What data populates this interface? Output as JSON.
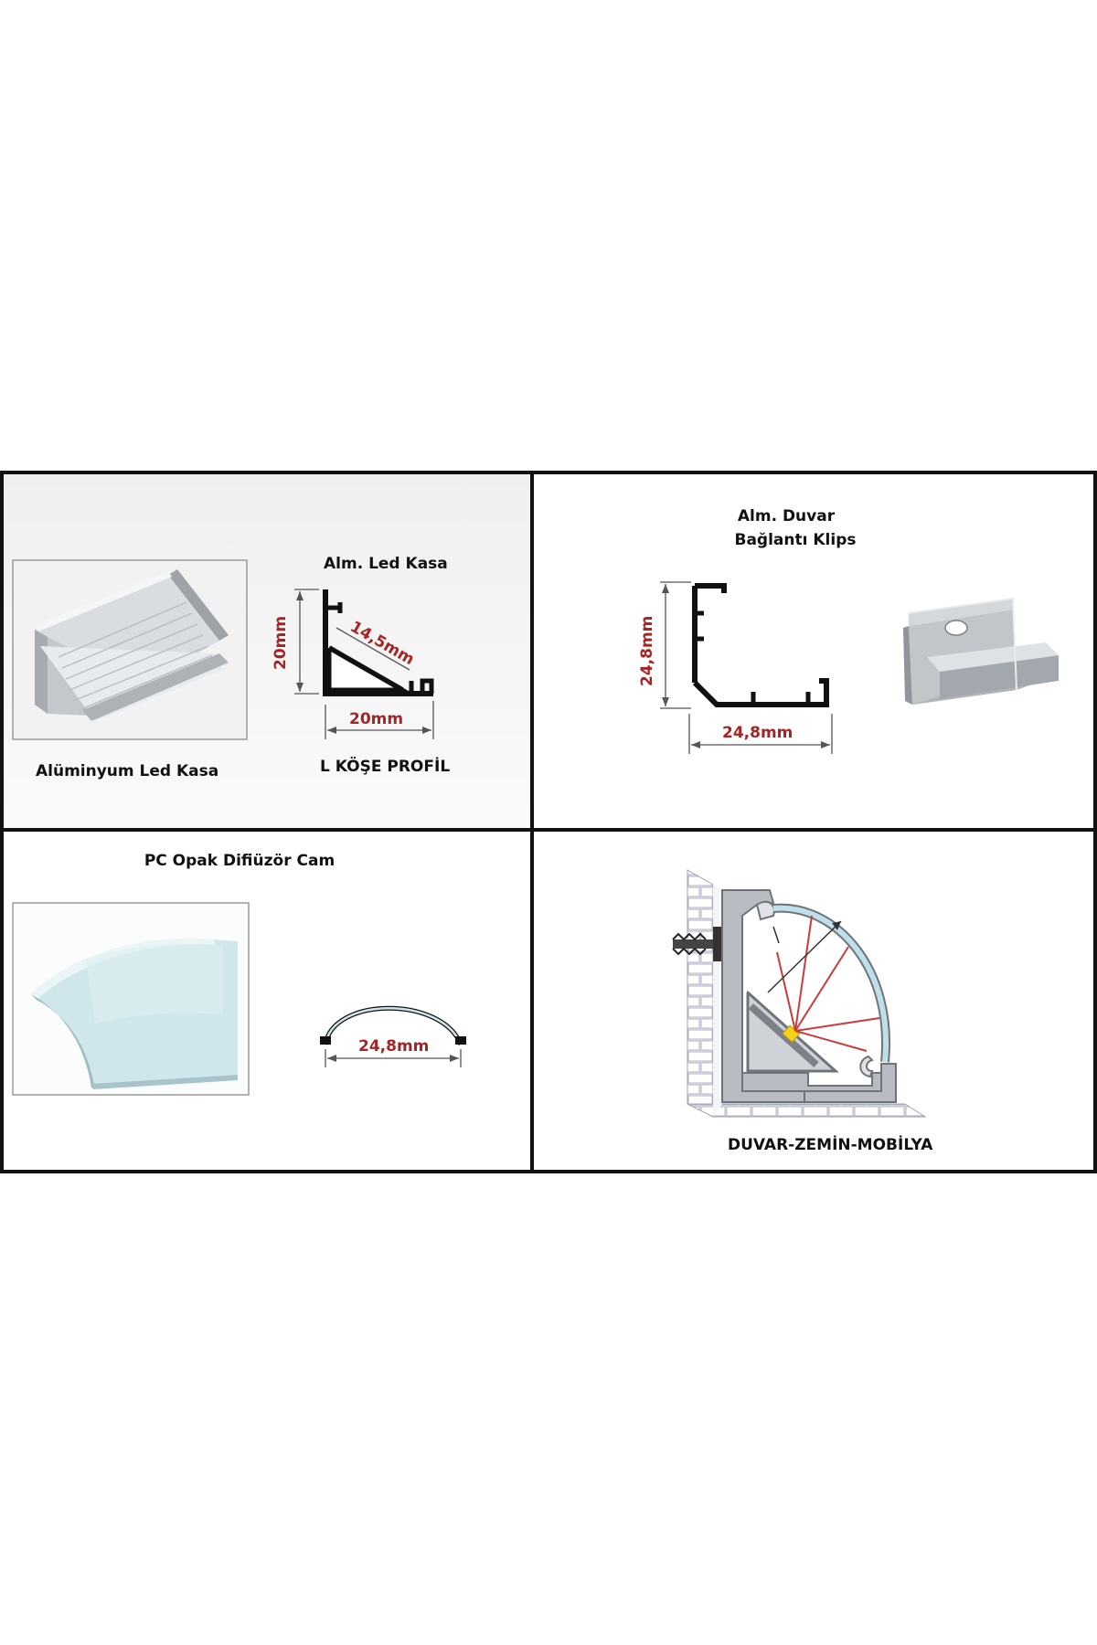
{
  "panels": {
    "led_case": {
      "photo_caption": "Alüminyum Led Kasa",
      "drawing_title": "Alm. Led Kasa",
      "dim_height": "20mm",
      "dim_diagonal": "14,5mm",
      "dim_width": "20mm",
      "profile_name": "L KÖŞE PROFİL"
    },
    "wall_clip": {
      "title_line1": "Alm. Duvar",
      "title_line2": "Bağlantı Klips",
      "dim_height": "24,8mm",
      "dim_width": "24,8mm"
    },
    "diffuser": {
      "title": "PC Opak Difiüzör Cam",
      "dim_width": "24,8mm"
    },
    "installation": {
      "caption": "DUVAR-ZEMİN-MOBİLYA"
    }
  },
  "colors": {
    "border": "#111111",
    "dimension_text": "#a72424",
    "aluminium": "#b9bcc0",
    "diffuser": "#c9e4ea",
    "brick": "#c9ccd6"
  }
}
